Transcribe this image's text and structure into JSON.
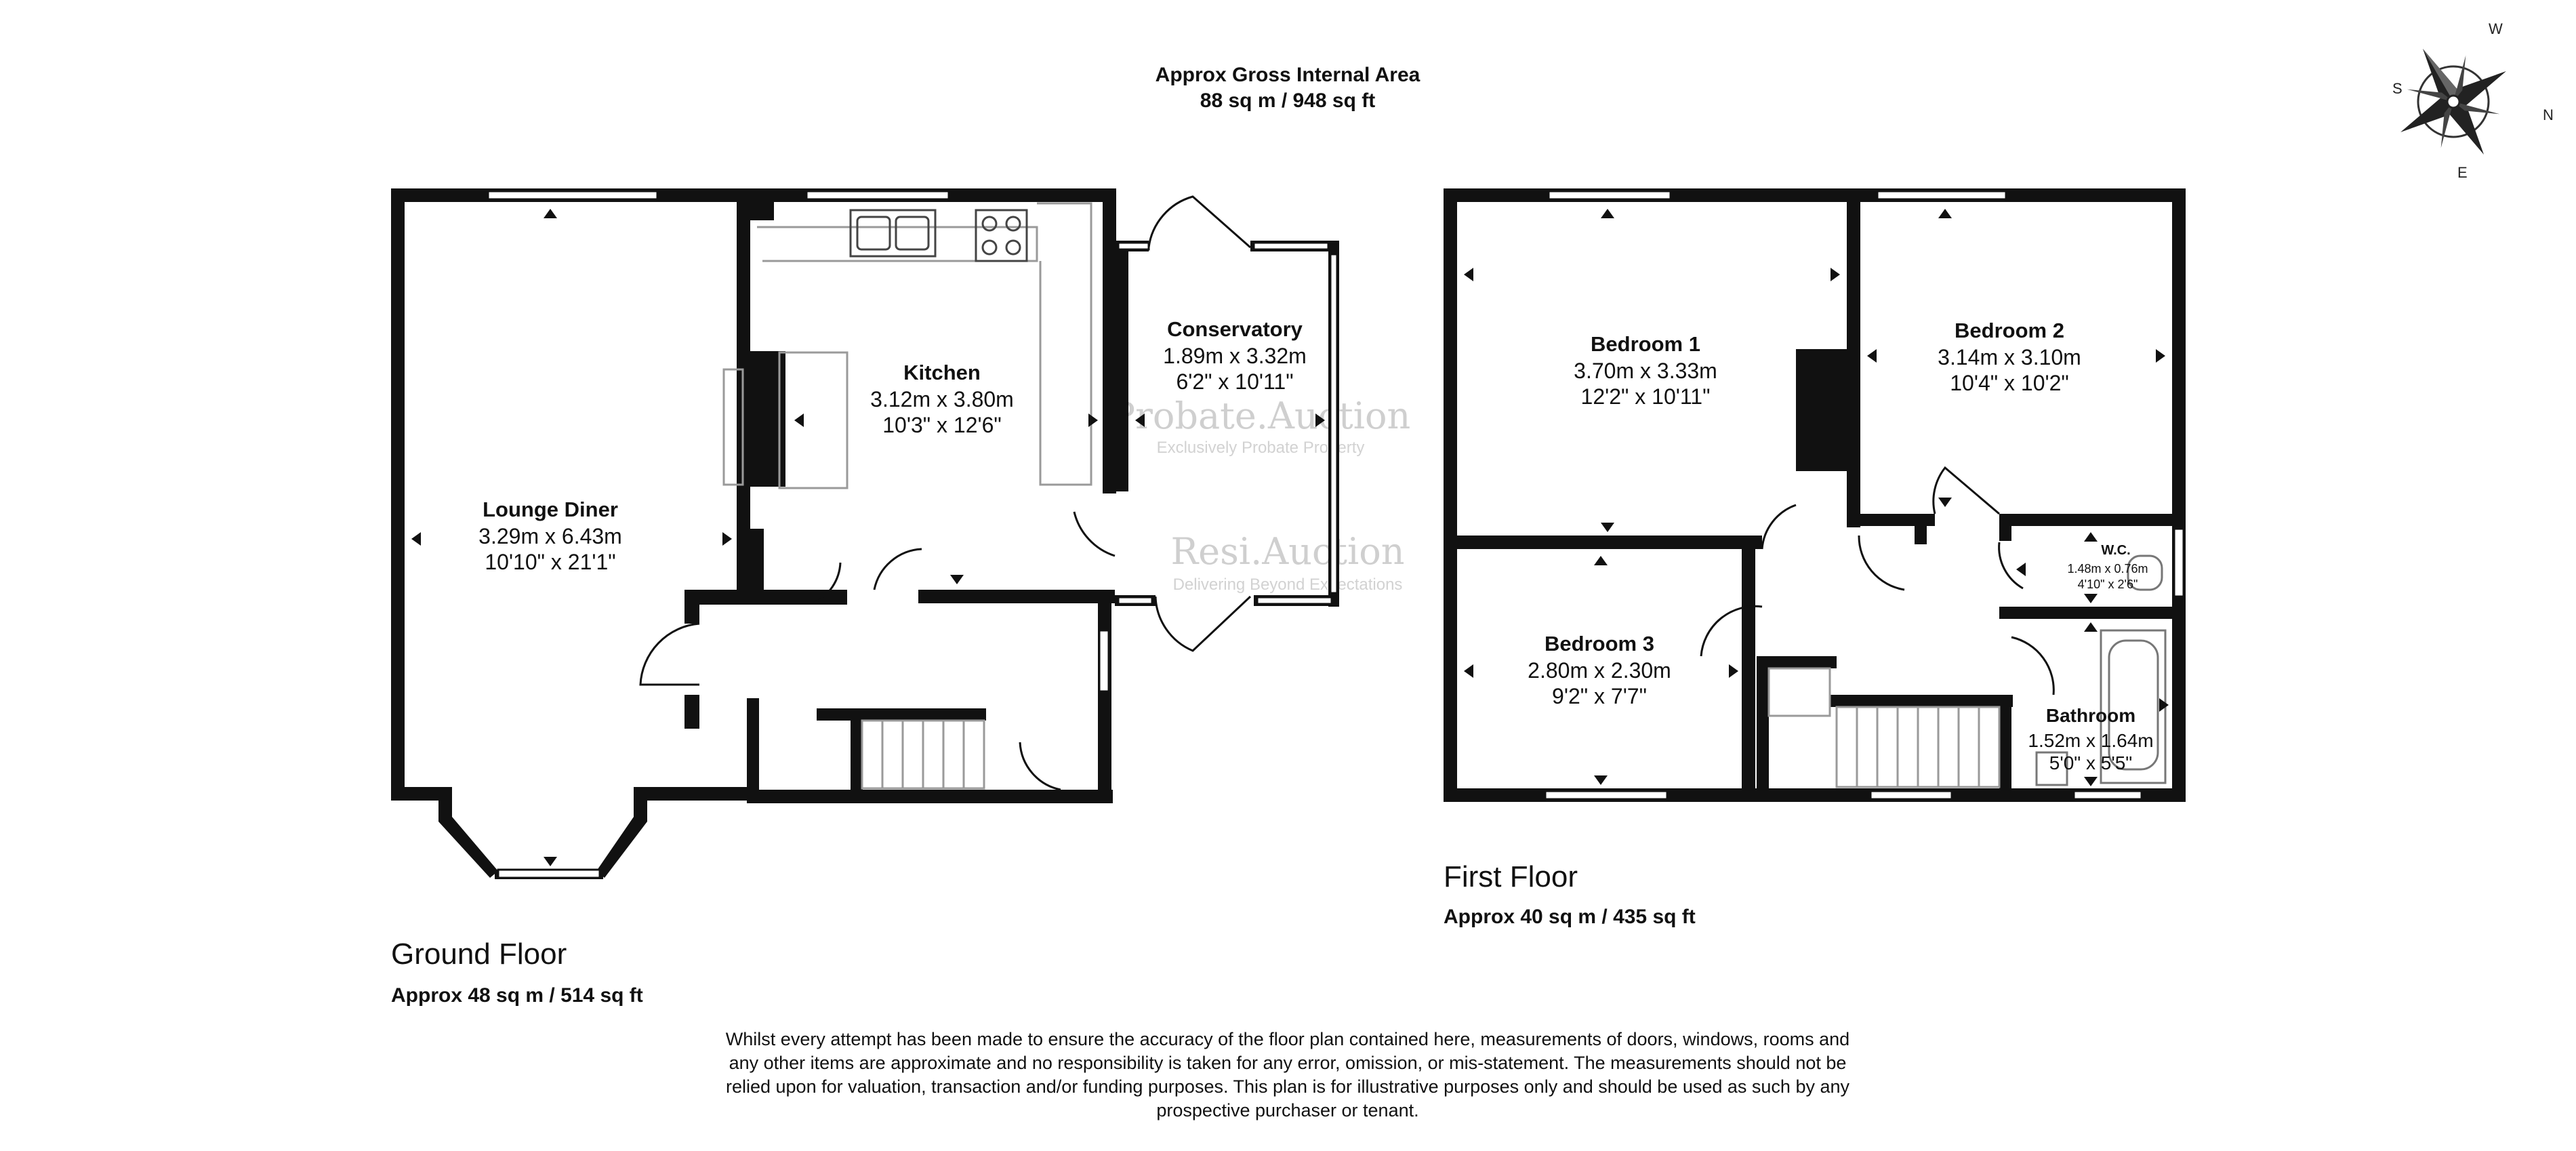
{
  "header": {
    "title": "Approx Gross Internal Area",
    "area": "88 sq m / 948 sq ft"
  },
  "compass": {
    "n": "N",
    "e": "E",
    "s": "S",
    "w": "W"
  },
  "ground_floor": {
    "label": "Ground Floor",
    "area": "Approx 48 sq m / 514 sq ft",
    "rooms": {
      "lounge": {
        "name": "Lounge Diner",
        "metric": "3.29m x 6.43m",
        "imperial": "10'10\" x 21'1\""
      },
      "kitchen": {
        "name": "Kitchen",
        "metric": "3.12m x 3.80m",
        "imperial": "10'3\" x 12'6\""
      },
      "conservatory": {
        "name": "Conservatory",
        "metric": "1.89m x 3.32m",
        "imperial": "6'2\" x 10'11\""
      }
    }
  },
  "first_floor": {
    "label": "First Floor",
    "area": "Approx 40 sq m / 435 sq ft",
    "rooms": {
      "bedroom1": {
        "name": "Bedroom 1",
        "metric": "3.70m x 3.33m",
        "imperial": "12'2\" x 10'11\""
      },
      "bedroom2": {
        "name": "Bedroom 2",
        "metric": "3.14m x 3.10m",
        "imperial": "10'4\" x 10'2\""
      },
      "bedroom3": {
        "name": "Bedroom 3",
        "metric": "2.80m x 2.30m",
        "imperial": "9'2\" x 7'7\""
      },
      "wc": {
        "name": "W.C.",
        "metric": "1.48m x 0.76m",
        "imperial": "4'10\" x 2'6\""
      },
      "bathroom": {
        "name": "Bathroom",
        "metric": "1.52m x 1.64m",
        "imperial": "5'0\" x 5'5\""
      }
    }
  },
  "watermarks": {
    "probate": "Probate.Auction",
    "probate_tag": "Exclusively Probate Property",
    "resi": "Resi.Auction",
    "resi_tag": "Delivering Beyond Expectations"
  },
  "disclaimer": {
    "line1": "Whilst every attempt has been made to ensure the accuracy of the floor plan contained here, measurements of doors, windows, rooms and",
    "line2": "any other items are approximate and no responsibility is taken for any error, omission, or mis-statement. The measurements should not be",
    "line3": "relied upon for valuation, transaction and/or funding purposes. This plan is for illustrative purposes only and should be used as such by any",
    "line4": "prospective purchaser or tenant."
  }
}
